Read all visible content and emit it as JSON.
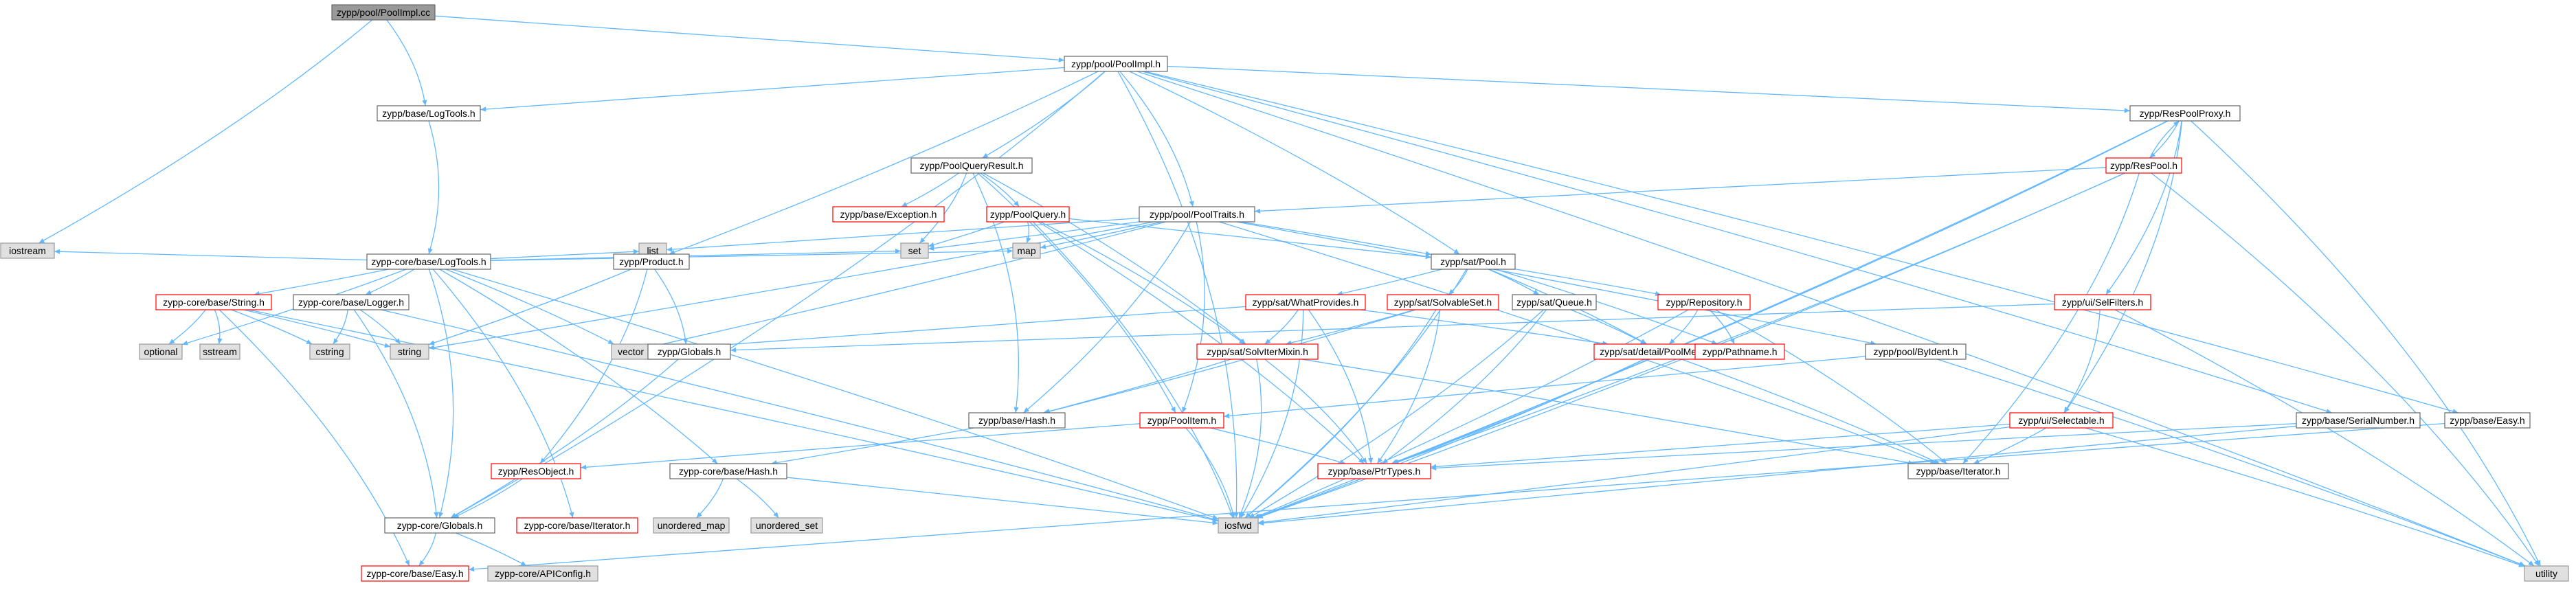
{
  "colors": {
    "edge": "#63b8ff",
    "node_white_fill": "#ffffff",
    "node_white_stroke": "#666666",
    "node_gray_fill": "#e0e0e0",
    "node_gray_stroke": "#999999",
    "node_red_fill": "#ffffff",
    "node_red_stroke": "#ff0000",
    "node_root_fill": "#999999",
    "node_root_stroke": "#666666",
    "text_default": "#000000"
  },
  "nodes": [
    {
      "id": "root",
      "label": "zypp/pool/PoolImpl.cc",
      "style": "root"
    },
    {
      "id": "poolimplh",
      "label": "zypp/pool/PoolImpl.h",
      "style": "white"
    },
    {
      "id": "logtools",
      "label": "zypp/base/LogTools.h",
      "style": "white"
    },
    {
      "id": "corelogtools",
      "label": "zypp-core/base/LogTools.h",
      "style": "white"
    },
    {
      "id": "iostream",
      "label": "iostream",
      "style": "gray"
    },
    {
      "id": "corestring",
      "label": "zypp-core/base/String.h",
      "style": "red"
    },
    {
      "id": "corelogger",
      "label": "zypp-core/base/Logger.h",
      "style": "white"
    },
    {
      "id": "optional",
      "label": "optional",
      "style": "gray"
    },
    {
      "id": "sstream",
      "label": "sstream",
      "style": "gray"
    },
    {
      "id": "cstring",
      "label": "cstring",
      "style": "gray"
    },
    {
      "id": "string",
      "label": "string",
      "style": "gray"
    },
    {
      "id": "vector",
      "label": "vector",
      "style": "gray"
    },
    {
      "id": "list",
      "label": "list",
      "style": "gray"
    },
    {
      "id": "set",
      "label": "set",
      "style": "gray"
    },
    {
      "id": "map",
      "label": "map",
      "style": "gray"
    },
    {
      "id": "product",
      "label": "zypp/Product.h",
      "style": "white"
    },
    {
      "id": "globals",
      "label": "zypp/Globals.h",
      "style": "white"
    },
    {
      "id": "resobject",
      "label": "zypp/ResObject.h",
      "style": "red"
    },
    {
      "id": "corehash",
      "label": "zypp-core/base/Hash.h",
      "style": "white"
    },
    {
      "id": "coreglobals",
      "label": "zypp-core/Globals.h",
      "style": "white"
    },
    {
      "id": "coreiterator",
      "label": "zypp-core/base/Iterator.h",
      "style": "red"
    },
    {
      "id": "coreeasy",
      "label": "zypp-core/base/Easy.h",
      "style": "red"
    },
    {
      "id": "apiconfig",
      "label": "zypp-core/APIConfig.h",
      "style": "gray"
    },
    {
      "id": "unorderedmap",
      "label": "unordered_map",
      "style": "gray"
    },
    {
      "id": "unorderedset",
      "label": "unordered_set",
      "style": "gray"
    },
    {
      "id": "iosfwd",
      "label": "iosfwd",
      "style": "gray"
    },
    {
      "id": "poolqueryresult",
      "label": "zypp/PoolQueryResult.h",
      "style": "white"
    },
    {
      "id": "exception",
      "label": "zypp/base/Exception.h",
      "style": "red"
    },
    {
      "id": "poolquery",
      "label": "zypp/PoolQuery.h",
      "style": "red"
    },
    {
      "id": "pooltraits",
      "label": "zypp/pool/PoolTraits.h",
      "style": "white"
    },
    {
      "id": "satpool",
      "label": "zypp/sat/Pool.h",
      "style": "white"
    },
    {
      "id": "whatprovides",
      "label": "zypp/sat/WhatProvides.h",
      "style": "red"
    },
    {
      "id": "solvableset",
      "label": "zypp/sat/SolvableSet.h",
      "style": "red"
    },
    {
      "id": "queue",
      "label": "zypp/sat/Queue.h",
      "style": "white"
    },
    {
      "id": "repository",
      "label": "zypp/Repository.h",
      "style": "red"
    },
    {
      "id": "solvitermixin",
      "label": "zypp/sat/SolvIterMixin.h",
      "style": "red"
    },
    {
      "id": "poolmember",
      "label": "zypp/sat/detail/PoolMember.h",
      "style": "red"
    },
    {
      "id": "pathname",
      "label": "zypp/Pathname.h",
      "style": "red"
    },
    {
      "id": "byident",
      "label": "zypp/pool/ByIdent.h",
      "style": "white"
    },
    {
      "id": "basehash",
      "label": "zypp/base/Hash.h",
      "style": "white"
    },
    {
      "id": "poolitem",
      "label": "zypp/PoolItem.h",
      "style": "red"
    },
    {
      "id": "ptrtypes",
      "label": "zypp/base/PtrTypes.h",
      "style": "red"
    },
    {
      "id": "baseiterator",
      "label": "zypp/base/Iterator.h",
      "style": "white"
    },
    {
      "id": "respoolproxy",
      "label": "zypp/ResPoolProxy.h",
      "style": "white"
    },
    {
      "id": "respool",
      "label": "zypp/ResPool.h",
      "style": "red"
    },
    {
      "id": "selfilters",
      "label": "zypp/ui/SelFilters.h",
      "style": "red"
    },
    {
      "id": "selectable",
      "label": "zypp/ui/Selectable.h",
      "style": "red"
    },
    {
      "id": "serialnumber",
      "label": "zypp/base/SerialNumber.h",
      "style": "white"
    },
    {
      "id": "baseeasy",
      "label": "zypp/base/Easy.h",
      "style": "white"
    },
    {
      "id": "utility",
      "label": "utility",
      "style": "gray"
    }
  ],
  "edges": [
    [
      "root",
      "poolimplh"
    ],
    [
      "root",
      "logtools"
    ],
    [
      "root",
      "iostream"
    ],
    [
      "poolimplh",
      "logtools"
    ],
    [
      "poolimplh",
      "product"
    ],
    [
      "poolimplh",
      "poolqueryresult"
    ],
    [
      "poolimplh",
      "pooltraits"
    ],
    [
      "poolimplh",
      "satpool"
    ],
    [
      "poolimplh",
      "respoolproxy"
    ],
    [
      "poolimplh",
      "coreglobals"
    ],
    [
      "poolimplh",
      "iosfwd"
    ],
    [
      "poolimplh",
      "serialnumber"
    ],
    [
      "poolimplh",
      "baseeasy"
    ],
    [
      "poolimplh",
      "utility"
    ],
    [
      "logtools",
      "corelogtools"
    ],
    [
      "corelogtools",
      "iostream"
    ],
    [
      "corelogtools",
      "corestring"
    ],
    [
      "corelogtools",
      "corelogger"
    ],
    [
      "corelogtools",
      "optional"
    ],
    [
      "corelogtools",
      "vector"
    ],
    [
      "corelogtools",
      "list"
    ],
    [
      "corelogtools",
      "set"
    ],
    [
      "corelogtools",
      "map"
    ],
    [
      "corelogtools",
      "corehash"
    ],
    [
      "corelogtools",
      "coreglobals"
    ],
    [
      "corelogtools",
      "coreiterator"
    ],
    [
      "corelogtools",
      "iosfwd"
    ],
    [
      "corestring",
      "optional"
    ],
    [
      "corestring",
      "sstream"
    ],
    [
      "corestring",
      "cstring"
    ],
    [
      "corestring",
      "string"
    ],
    [
      "corestring",
      "coreeasy"
    ],
    [
      "corestring",
      "iosfwd"
    ],
    [
      "corelogger",
      "cstring"
    ],
    [
      "corelogger",
      "string"
    ],
    [
      "corelogger",
      "iosfwd"
    ],
    [
      "corelogger",
      "coreglobals"
    ],
    [
      "product",
      "list"
    ],
    [
      "product",
      "string"
    ],
    [
      "product",
      "globals"
    ],
    [
      "product",
      "resobject"
    ],
    [
      "globals",
      "coreglobals"
    ],
    [
      "resobject",
      "coreglobals"
    ],
    [
      "corehash",
      "unorderedmap"
    ],
    [
      "corehash",
      "unorderedset"
    ],
    [
      "corehash",
      "iosfwd"
    ],
    [
      "coreglobals",
      "apiconfig"
    ],
    [
      "coreglobals",
      "coreeasy"
    ],
    [
      "poolqueryresult",
      "exception"
    ],
    [
      "poolqueryresult",
      "poolquery"
    ],
    [
      "poolqueryresult",
      "set"
    ],
    [
      "poolqueryresult",
      "basehash"
    ],
    [
      "poolqueryresult",
      "poolitem"
    ],
    [
      "poolqueryresult",
      "solvitermixin"
    ],
    [
      "poolquery",
      "set"
    ],
    [
      "poolquery",
      "map"
    ],
    [
      "poolquery",
      "satpool"
    ],
    [
      "poolquery",
      "solvitermixin"
    ],
    [
      "poolquery",
      "ptrtypes"
    ],
    [
      "poolquery",
      "iosfwd"
    ],
    [
      "pooltraits",
      "set"
    ],
    [
      "pooltraits",
      "map"
    ],
    [
      "pooltraits",
      "list"
    ],
    [
      "pooltraits",
      "vector"
    ],
    [
      "pooltraits",
      "satpool"
    ],
    [
      "pooltraits",
      "byident"
    ],
    [
      "pooltraits",
      "baseiterator"
    ],
    [
      "pooltraits",
      "basehash"
    ],
    [
      "pooltraits",
      "poolitem"
    ],
    [
      "pooltraits",
      "string"
    ],
    [
      "satpool",
      "iosfwd"
    ],
    [
      "satpool",
      "whatprovides"
    ],
    [
      "satpool",
      "solvableset"
    ],
    [
      "satpool",
      "queue"
    ],
    [
      "satpool",
      "repository"
    ],
    [
      "satpool",
      "poolmember"
    ],
    [
      "satpool",
      "pathname"
    ],
    [
      "whatprovides",
      "iosfwd"
    ],
    [
      "whatprovides",
      "vector"
    ],
    [
      "whatprovides",
      "solvitermixin"
    ],
    [
      "whatprovides",
      "ptrtypes"
    ],
    [
      "whatprovides",
      "poolmember"
    ],
    [
      "solvableset",
      "solvitermixin"
    ],
    [
      "solvableset",
      "basehash"
    ],
    [
      "solvableset",
      "ptrtypes"
    ],
    [
      "solvableset",
      "iosfwd"
    ],
    [
      "queue",
      "iosfwd"
    ],
    [
      "queue",
      "poolmember"
    ],
    [
      "queue",
      "ptrtypes"
    ],
    [
      "repository",
      "iosfwd"
    ],
    [
      "repository",
      "pathname"
    ],
    [
      "repository",
      "poolmember"
    ],
    [
      "repository",
      "baseiterator"
    ],
    [
      "solvitermixin",
      "iosfwd"
    ],
    [
      "solvitermixin",
      "ptrtypes"
    ],
    [
      "solvitermixin",
      "basehash"
    ],
    [
      "solvitermixin",
      "baseiterator"
    ],
    [
      "poolmember",
      "iosfwd"
    ],
    [
      "poolmember",
      "ptrtypes"
    ],
    [
      "poolmember",
      "baseiterator"
    ],
    [
      "byident",
      "poolitem"
    ],
    [
      "byident",
      "utility"
    ],
    [
      "basehash",
      "corehash"
    ],
    [
      "poolitem",
      "iosfwd"
    ],
    [
      "poolitem",
      "resobject"
    ],
    [
      "poolitem",
      "ptrtypes"
    ],
    [
      "respoolproxy",
      "iosfwd"
    ],
    [
      "respoolproxy",
      "respool"
    ],
    [
      "respoolproxy",
      "selfilters"
    ],
    [
      "respoolproxy",
      "selectable"
    ],
    [
      "respoolproxy",
      "ptrtypes"
    ],
    [
      "respoolproxy",
      "utility"
    ],
    [
      "respool",
      "iosfwd"
    ],
    [
      "respool",
      "pooltraits"
    ],
    [
      "respool",
      "ptrtypes"
    ],
    [
      "respool",
      "utility"
    ],
    [
      "respool",
      "baseiterator"
    ],
    [
      "respool",
      "respoolproxy"
    ],
    [
      "selfilters",
      "selectable"
    ],
    [
      "selfilters",
      "utility"
    ],
    [
      "selfilters",
      "globals"
    ],
    [
      "selectable",
      "iosfwd"
    ],
    [
      "selectable",
      "ptrtypes"
    ],
    [
      "selectable",
      "baseiterator"
    ],
    [
      "selectable",
      "utility"
    ],
    [
      "serialnumber",
      "iosfwd"
    ],
    [
      "serialnumber",
      "ptrtypes"
    ],
    [
      "baseeasy",
      "coreeasy"
    ]
  ]
}
